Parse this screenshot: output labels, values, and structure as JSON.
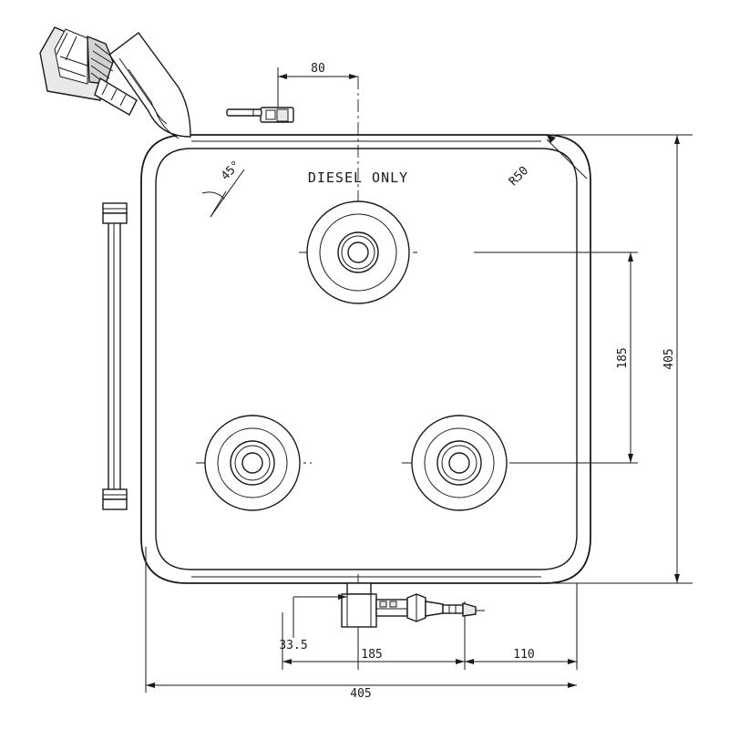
{
  "drawing": {
    "title_text": "DIESEL ONLY",
    "type": "engineering-dimensioned-drawing",
    "subject": "diesel fuel tank front elevation",
    "line_color": "#1a1a1a",
    "background_color": "#ffffff"
  },
  "dimensions": {
    "top_offset": "80",
    "fill_neck_angle": "45°",
    "corner_radius": "R50",
    "right_inner": "185",
    "right_overall": "405",
    "bottom_left_vertical": "33.5",
    "bottom_mid": "185",
    "bottom_right": "110",
    "bottom_overall": "405"
  },
  "annotations": {
    "label_diesel_only": "DIESEL ONLY",
    "label_angle": "45°",
    "label_radius": "R50"
  }
}
